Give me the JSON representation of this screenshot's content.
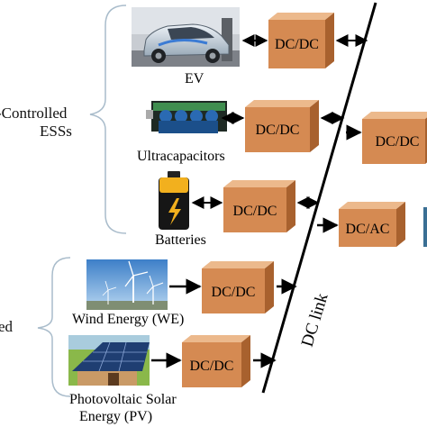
{
  "groups": {
    "storage_line1": "-Controlled",
    "storage_line2": "ESSs",
    "generation_label": "ed"
  },
  "sources": {
    "ev": "EV",
    "ultracapacitors": "Ultracapacitors",
    "batteries": "Batteries",
    "wind": "Wind Energy (WE)",
    "pv_line1": "Photovoltaic Solar",
    "pv_line2": "Energy (PV)"
  },
  "converters": {
    "ev": "DC/DC",
    "ultracapacitors": "DC/DC",
    "batteries": "DC/DC",
    "wind": "DC/DC",
    "pv": "DC/DC",
    "right_dc": "DC/DC",
    "right_ac": "DC/AC"
  },
  "bus": {
    "label": "DC link"
  },
  "colors": {
    "box_front": "#d58a52",
    "box_top": "#ecb98c",
    "box_side": "#a8612e",
    "brace": "#a9bccb",
    "line": "#000000"
  }
}
